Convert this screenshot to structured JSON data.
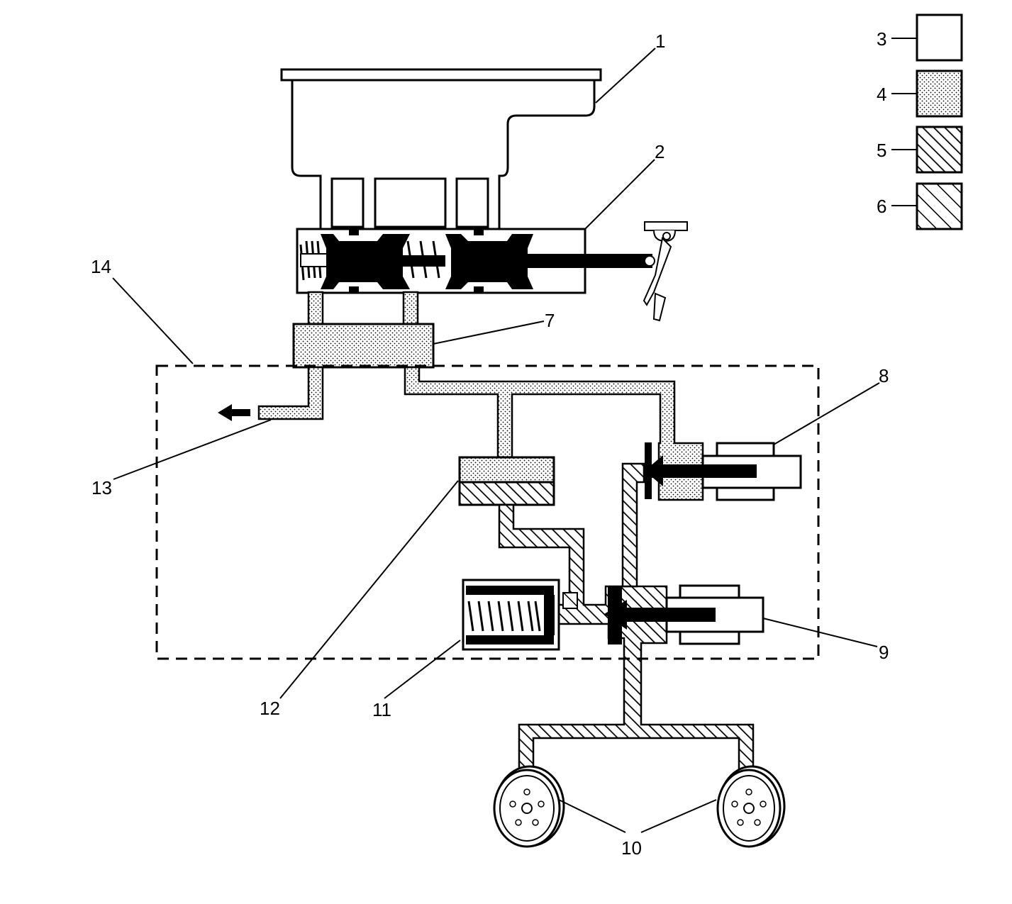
{
  "callouts": {
    "c1": "1",
    "c2": "2",
    "c3": "3",
    "c4": "4",
    "c5": "5",
    "c6": "6",
    "c7": "7",
    "c8": "8",
    "c9": "9",
    "c10": "10",
    "c11": "11",
    "c12": "12",
    "c13": "13",
    "c14": "14"
  },
  "legend": [
    {
      "ref": "3",
      "fill": "blank"
    },
    {
      "ref": "4",
      "fill": "dotted"
    },
    {
      "ref": "5",
      "fill": "hatched-fine"
    },
    {
      "ref": "6",
      "fill": "hatched-coarse"
    }
  ],
  "colors": {
    "ink": "#000000",
    "paper": "#ffffff"
  }
}
